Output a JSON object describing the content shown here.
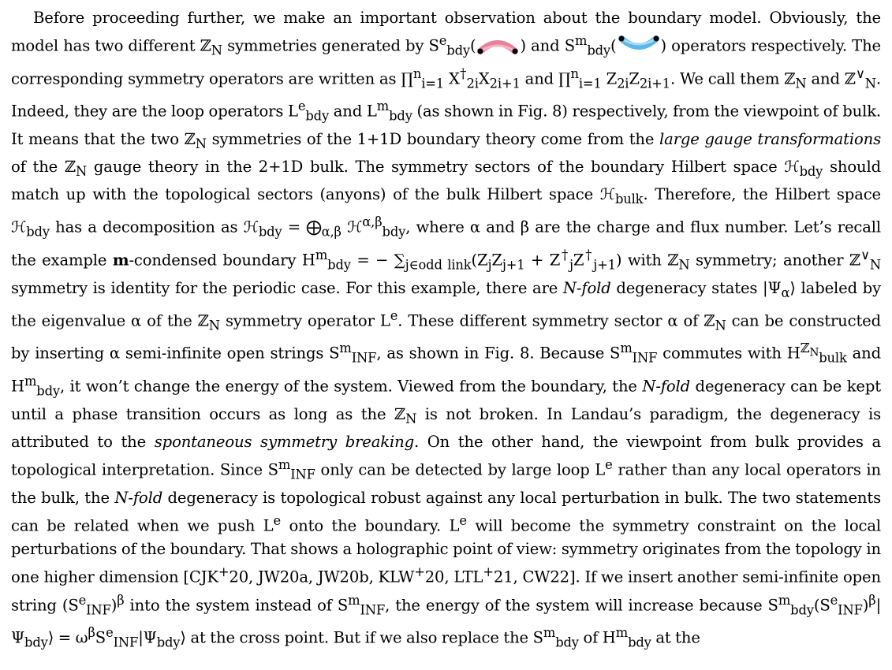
{
  "paragraph": {
    "s1": "Before proceeding further, we make an important observation about the boundary model. Obviously, the model has two different ℤ",
    "s2": " symmetries generated by S",
    "s3": "(",
    "s4": ") and S",
    "s5": "(",
    "s6": ") operators respectively. The corresponding symmetry operators are written as ∏",
    "s7": " X",
    "s8": "X",
    "s9": " and ∏",
    "s10": " Z",
    "s11": "Z",
    "s12": ". We call them ℤ",
    "s13": " and ℤ",
    "s14": ". Indeed, they are the loop operators L",
    "s15": " and L",
    "s16": " (as shown in Fig. 8) respectively, from the viewpoint of bulk. It means that the two ℤ",
    "s17": " symmetries of the 1+1D boundary theory come from the ",
    "s18": "large gauge transformations",
    "s19": " of the ℤ",
    "s20": " gauge theory in the 2+1D bulk. The symmetry sectors of the boundary Hilbert space ℋ",
    "s21": " should match up with the topological sectors (anyons) of the bulk Hilbert space ℋ",
    "s22": ". Therefore, the Hilbert space ℋ",
    "s23": " has a decomposition as ℋ",
    "s24": " = ⨁",
    "s25": " ℋ",
    "s26": ", where α and β are the charge and flux number. Let’s recall the example ",
    "s27": "m",
    "s28": "-condensed boundary H",
    "s29": " = − ∑",
    "s30": "(Z",
    "s31": "Z",
    "s32": " + Z",
    "s33": "Z",
    "s34": ") with ℤ",
    "s35": " symmetry; another ℤ",
    "s36": " symmetry is identity for the periodic case. For this example, there are ",
    "s37": "N-fold",
    "s38": " degeneracy states |Ψ",
    "s39": "⟩ labeled by the eigenvalue α of the ℤ",
    "s40": " symmetry operator L",
    "s41": ". These different symmetry sector α of ℤ",
    "s42": " can be constructed by inserting α semi-infinite open strings S",
    "s43": ", as shown in Fig. 8. Because S",
    "s44": " commutes with H",
    "s45": " and H",
    "s46": ", it won’t change the energy of the system. Viewed from the boundary, the ",
    "s47": "N-fold",
    "s48": " degeneracy can be kept until a phase transition occurs as long as the ℤ",
    "s49": " is not broken. In Landau’s paradigm, the degeneracy is attributed to the ",
    "s50": "spontaneous symmetry breaking",
    "s51": ". On the other hand, the viewpoint from bulk provides a topological interpretation. Since S",
    "s52": " only can be detected by large loop L",
    "s53": " rather than any local operators in the bulk, the ",
    "s54": "N-fold",
    "s55": " degeneracy is topological robust against any local perturbation in bulk. The two statements can be related when we push L",
    "s56": " onto the boundary. L",
    "s57": " will become the symmetry constraint on the local perturbations of the boundary. That shows a holographic point of view: symmetry originates from the topology in one higher dimension [CJK",
    "s58": "20, JW20a, JW20b, KLW",
    "s59": "20, LTL",
    "s60": "21, CW22]. If we insert another semi-infinite open string (S",
    "s61": ")",
    "s62": " into the system instead of S",
    "s63": ", the energy of the system will increase because S",
    "s64": "(S",
    "s65": ")",
    "s66": "|Ψ",
    "s67": "⟩ = ω",
    "s68": "S",
    "s69": "|Ψ",
    "s70": "⟩ at the cross point. But if we also replace the S",
    "s71": " of H",
    "s72": " at the"
  },
  "sub": {
    "N": "N",
    "bdy": "bdy",
    "bulk": "bulk",
    "INF": "INF",
    "i1": "i=1",
    "n": "n",
    "twoi": "2i",
    "twoi1": "2i+1",
    "dag": "†",
    "dual": "∨",
    "e": "e",
    "m": "m",
    "ab": "α,β",
    "alpha": "α",
    "beta": "β",
    "oddlink": "j∈odd link",
    "j": "j",
    "j1": "j+1",
    "ZN": "ℤ",
    "plus": "+"
  },
  "icons": {
    "bdy_e_color": "#e8829a",
    "bdy_m_color": "#5bb8e8"
  }
}
